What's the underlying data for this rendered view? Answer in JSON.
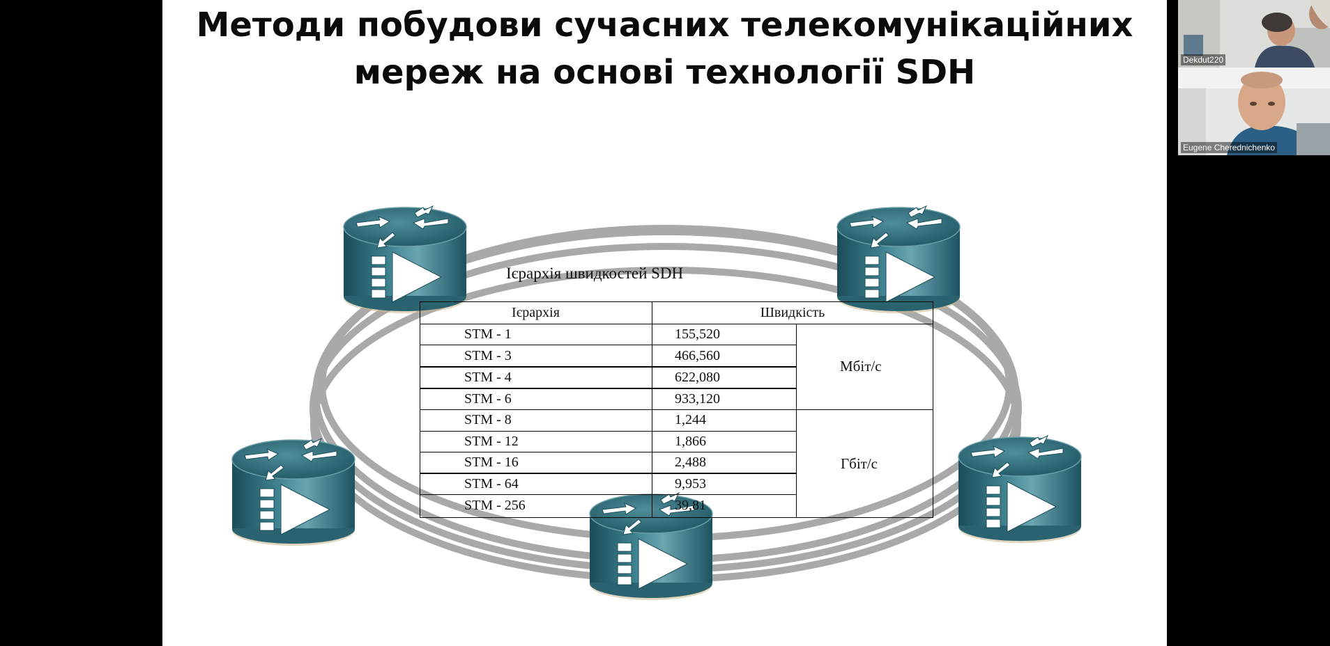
{
  "slide": {
    "title_line1": "Методи побудови сучасних телекомунікаційних",
    "title_line2": "мереж на основі технології SDH"
  },
  "table": {
    "caption": "Ієрархія швидкостей SDH",
    "header_hierarchy": "Ієрархія",
    "header_speed": "Швидкість",
    "rows": [
      {
        "level": "STM - 1",
        "speed": "155,520"
      },
      {
        "level": "STM - 3",
        "speed": "466,560"
      },
      {
        "level": "STM - 4",
        "speed": "622,080"
      },
      {
        "level": "STM - 6",
        "speed": "933,120"
      },
      {
        "level": "STM - 8",
        "speed": "1,244"
      },
      {
        "level": "STM - 12",
        "speed": "1,866"
      },
      {
        "level": "STM - 16",
        "speed": "2,488"
      },
      {
        "level": "STM - 64",
        "speed": "9,953"
      },
      {
        "level": "STM - 256",
        "speed": "39,81"
      }
    ],
    "unit_mbit": "Мбіт/с",
    "unit_gbit": "Гбіт/с"
  },
  "participants": [
    {
      "name": "Dekdut220"
    },
    {
      "name": "Eugene Cherednichenko"
    }
  ],
  "colors": {
    "ring": "#a8a8a8",
    "router_dark": "#1b4f5c",
    "router_light": "#5f9aa6",
    "router_top": "#2f6b78"
  },
  "icons": {
    "router": "router-icon"
  }
}
